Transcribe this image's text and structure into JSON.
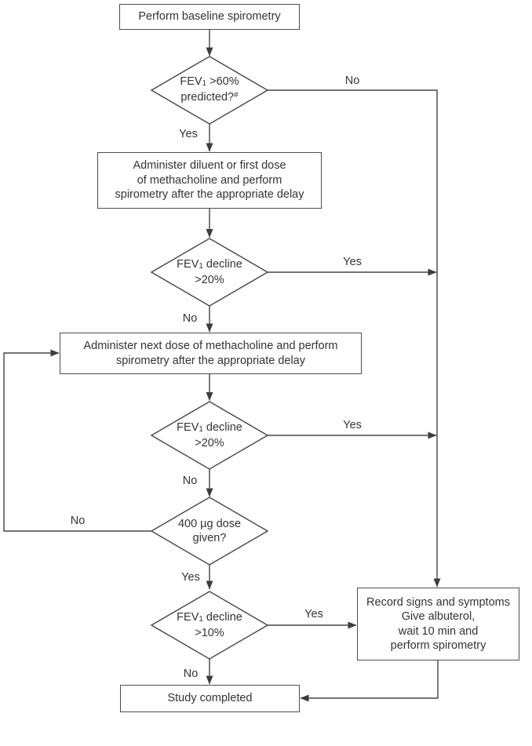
{
  "labels": {
    "yes": "Yes",
    "no": "No"
  },
  "nodes": {
    "start": {
      "text": "Perform baseline spirometry"
    },
    "fev60": {
      "fev": "FEV",
      "sub": "1",
      "after": " >60%",
      "line2": "predicted?",
      "sup": "#"
    },
    "admin_first": {
      "lines": [
        "Administer diluent or first dose",
        "of methacholine and perform",
        "spirometry after the appropriate delay"
      ]
    },
    "decline20a": {
      "fev": "FEV",
      "sub": "1",
      "after": " decline",
      "line2": ">20%"
    },
    "admin_next": {
      "lines": [
        "Administer next dose of methacholine and perform",
        "spirometry after the appropriate delay"
      ]
    },
    "decline20b": {
      "fev": "FEV",
      "sub": "1",
      "after": " decline",
      "line2": ">20%"
    },
    "dose400": {
      "line1": "400 µg dose",
      "line2": "given?"
    },
    "decline10": {
      "fev": "FEV",
      "sub": "1",
      "after": " decline",
      "line2": ">10%"
    },
    "record": {
      "lines": [
        "Record signs and symptoms",
        "Give albuterol,",
        "wait 10 min and",
        "perform spirometry"
      ]
    },
    "study": {
      "text": "Study completed"
    }
  },
  "colors": {
    "stroke": "#454545",
    "text": "#333333"
  }
}
